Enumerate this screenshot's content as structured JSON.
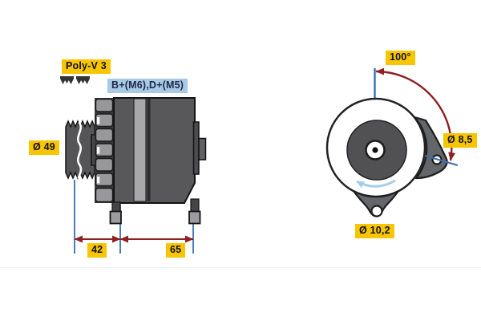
{
  "diagram": {
    "type": "technical-drawing",
    "subject": "alternator-dimensional-drawing",
    "labels": {
      "belt_type": "Poly-V 3",
      "terminals": "B+(M6),D+(M5)",
      "pulley_diameter": "Ø 49",
      "length_front": "42",
      "length_rear": "65",
      "mounting_angle": "100°",
      "mounting_hole_small": "Ø 8,5",
      "mounting_hole_large": "Ø 10,2"
    },
    "icons": {
      "belt_profile": "belt-profile-icon",
      "rotation_direction": "rotation-ccw-arrow-icon"
    },
    "colors": {
      "label_highlight_yellow": "#f7c600",
      "label_highlight_blue": "#a9c9e6",
      "dimension_line_red": "#8e2022",
      "extension_line_blue": "#3a6fae",
      "rotation_arrow_blue": "#a5cdea",
      "body_gray": "#58585a"
    }
  }
}
